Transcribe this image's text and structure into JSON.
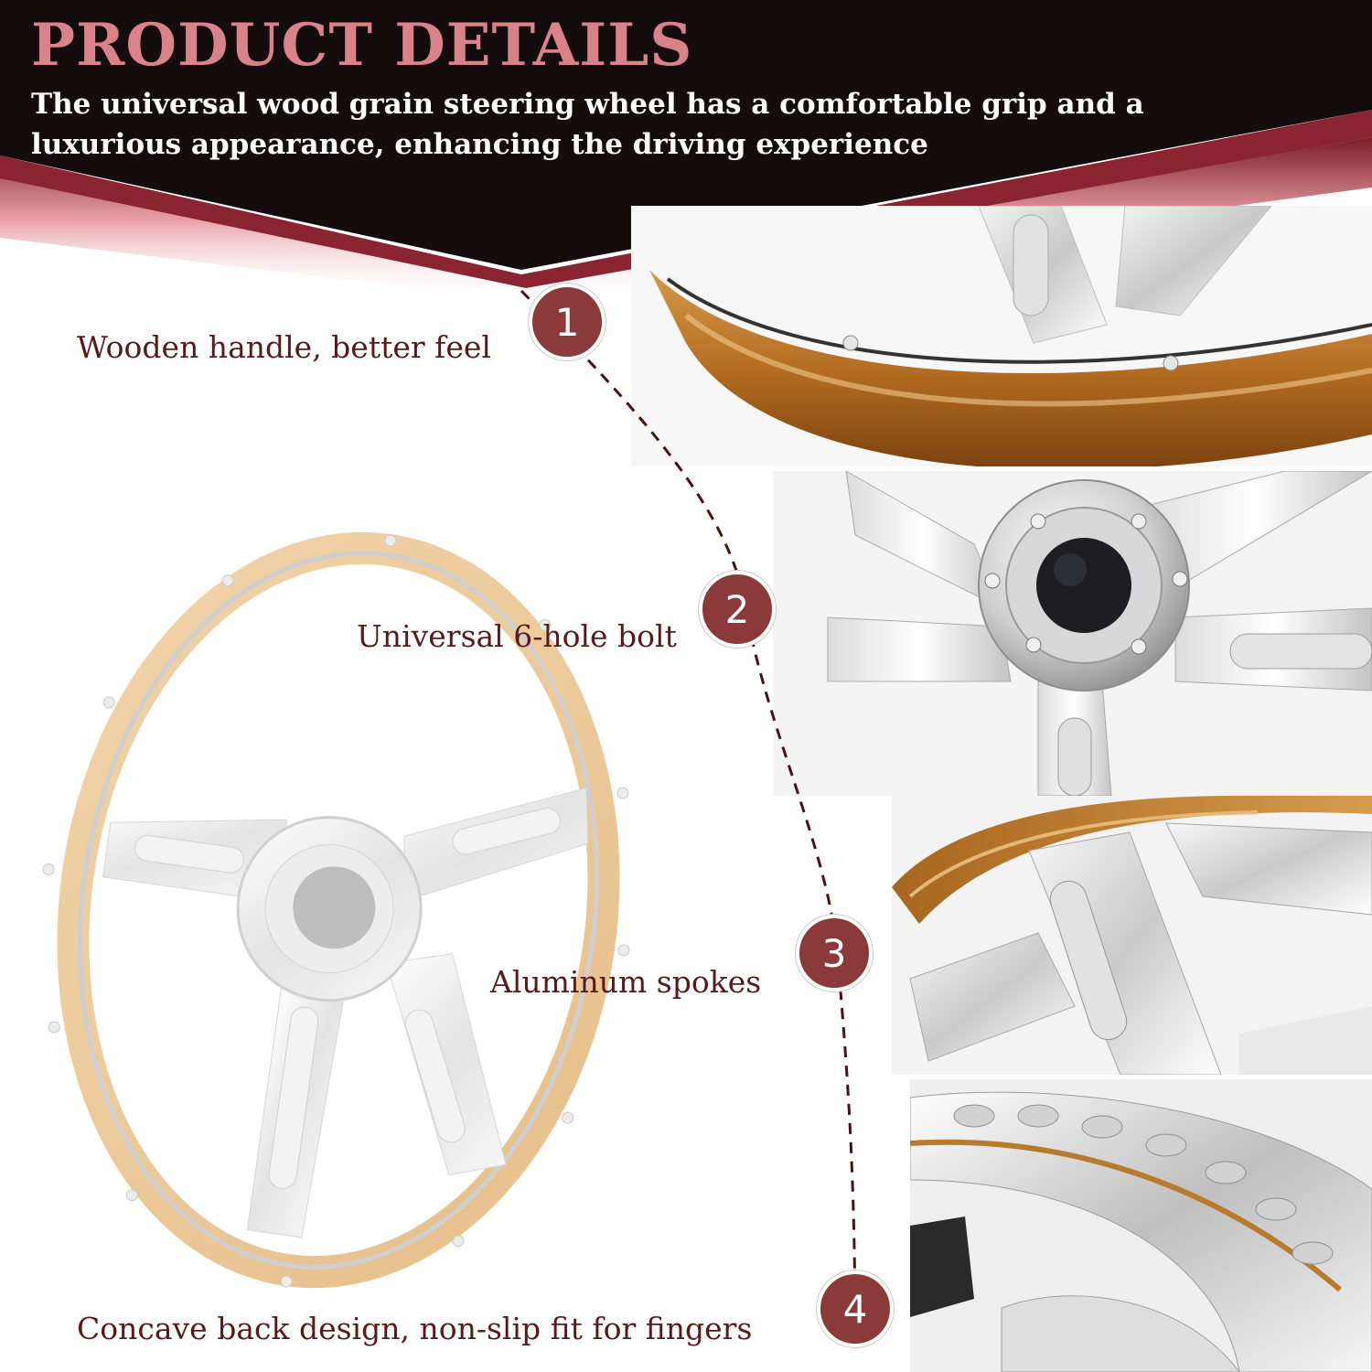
{
  "header": {
    "title": "PRODUCT DETAILS",
    "subtitle": "The universal wood grain steering wheel has a comfortable grip and a luxurious appearance, enhancing the driving experience"
  },
  "features": [
    {
      "number": "1",
      "label": "Wooden handle, better feel"
    },
    {
      "number": "2",
      "label": "Universal 6-hole bolt"
    },
    {
      "number": "3",
      "label": "Aluminum spokes"
    },
    {
      "number": "4",
      "label": "Concave back design, non-slip fit for fingers"
    }
  ],
  "colors": {
    "banner": "#150d0d",
    "accent_title": "#d9828a",
    "badge": "#8b3a3a",
    "label_text": "#5a1a1a",
    "wood": "#b9742a"
  }
}
